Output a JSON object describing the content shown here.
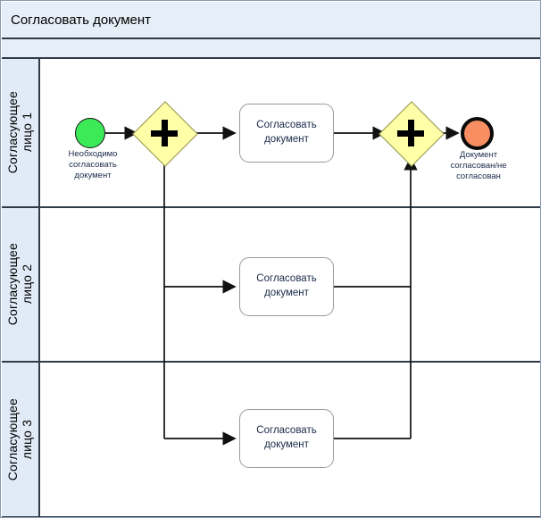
{
  "pool": {
    "title": "Согласовать документ"
  },
  "lanes": [
    {
      "label": "Согласующее\nлицо 1"
    },
    {
      "label": "Согласующее\nлицо 2"
    },
    {
      "label": "Согласующее\nлицо 3"
    }
  ],
  "nodes": {
    "start_event": {
      "type": "start-event",
      "label": "Необходимо\nсогласовать\nдокумент",
      "color": "#3bea56"
    },
    "gateway_split": {
      "type": "parallel-gateway",
      "symbol": "+",
      "color": "#ffffa8"
    },
    "gateway_join": {
      "type": "parallel-gateway",
      "symbol": "+",
      "color": "#ffffa8"
    },
    "task_lane1": {
      "type": "task",
      "label": "Согласовать\nдокумент"
    },
    "task_lane2": {
      "type": "task",
      "label": "Согласовать\nдокумент"
    },
    "task_lane3": {
      "type": "task",
      "label": "Согласовать\nдокумент"
    },
    "end_event": {
      "type": "end-event",
      "label": "Документ\nсогласован/не\nсогласован",
      "color": "#f98e62"
    }
  },
  "colors": {
    "pool_header": "#e6eef8",
    "lane_header": "#e1ebf7",
    "border": "#2f3b47",
    "flow_line": "#111111",
    "task_border": "#9a9a9a"
  }
}
